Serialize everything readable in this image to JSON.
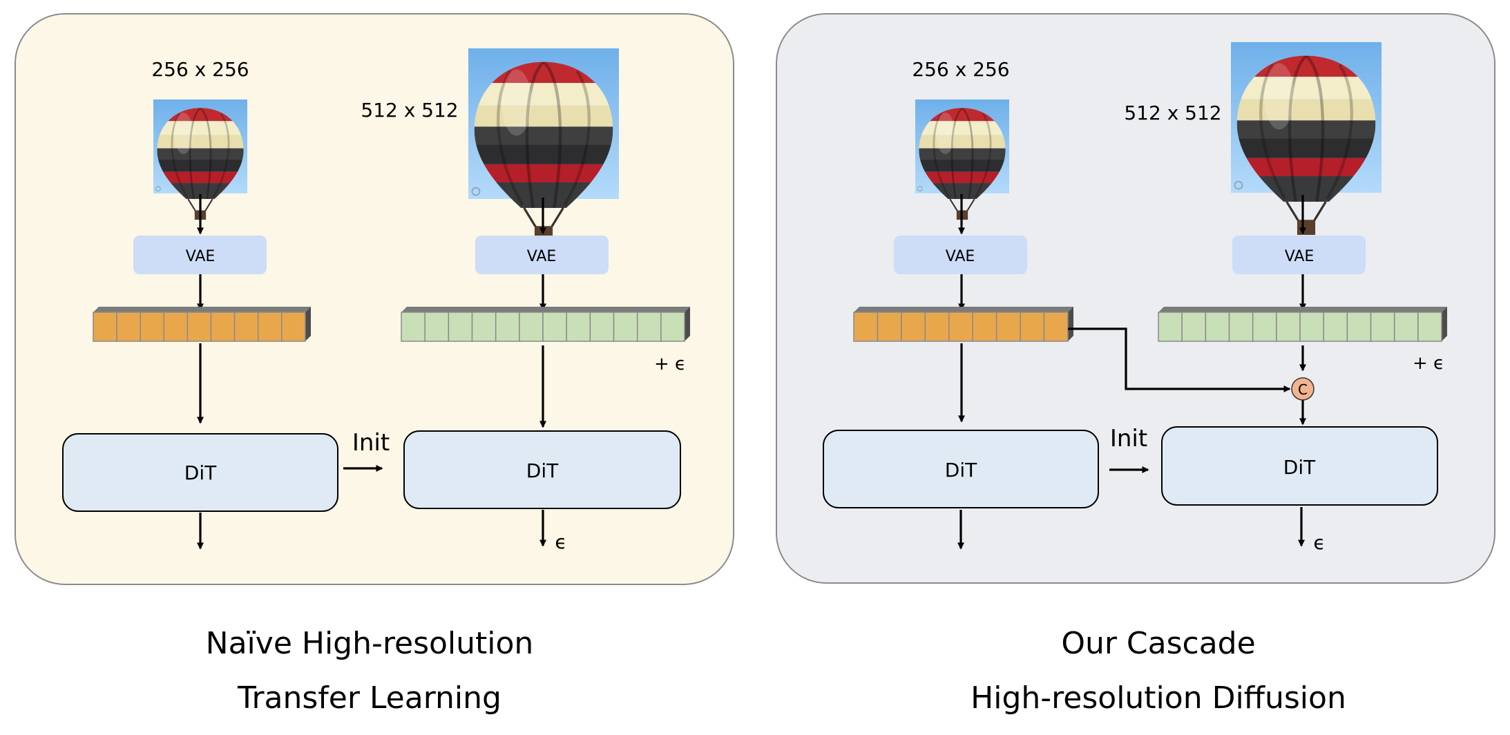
{
  "left_panel": {
    "small_res": "256 x 256",
    "large_res": "512 x 512",
    "encoder_small": "VAE",
    "encoder_large": "VAE",
    "noise_label": "+ ϵ",
    "model_small": "DiT",
    "model_large": "DiT",
    "init_label": "Init",
    "output_label": "ϵ",
    "caption_line1": "Naïve High-resolution",
    "caption_line2": "Transfer Learning"
  },
  "right_panel": {
    "small_res": "256 x 256",
    "large_res": "512 x 512",
    "encoder_small": "VAE",
    "encoder_large": "VAE",
    "noise_label": "+ ϵ",
    "concat_label": "C",
    "model_small": "DiT",
    "model_large": "DiT",
    "init_label": "Init",
    "output_label": "ϵ",
    "caption_line1": "Our Cascade",
    "caption_line2": "High-resolution Diffusion"
  },
  "colors": {
    "left_panel_bg": "#fcf7e6",
    "right_panel_bg": "#ecedf1",
    "vae_box": "#cddcf7",
    "dit_box": "#e0eaf4",
    "latent_small": "#e9a74c",
    "latent_large": "#c9dfb8",
    "concat_node": "#f2b48f"
  },
  "icons": [
    "hot-air-balloon-image"
  ]
}
